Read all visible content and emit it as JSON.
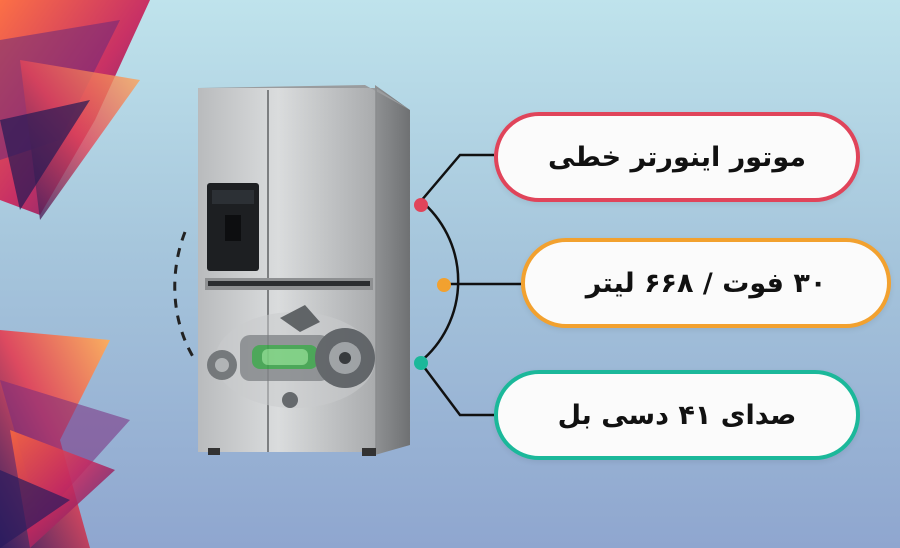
{
  "features": [
    {
      "label": "موتور اینورتر خطی",
      "color": "#e0445a"
    },
    {
      "label": "۳۰ فوت / ۶۶۸ لیتر",
      "color": "#f2a12f"
    },
    {
      "label": "صدای ۴۱ دسی بل",
      "color": "#1bb89a"
    }
  ]
}
